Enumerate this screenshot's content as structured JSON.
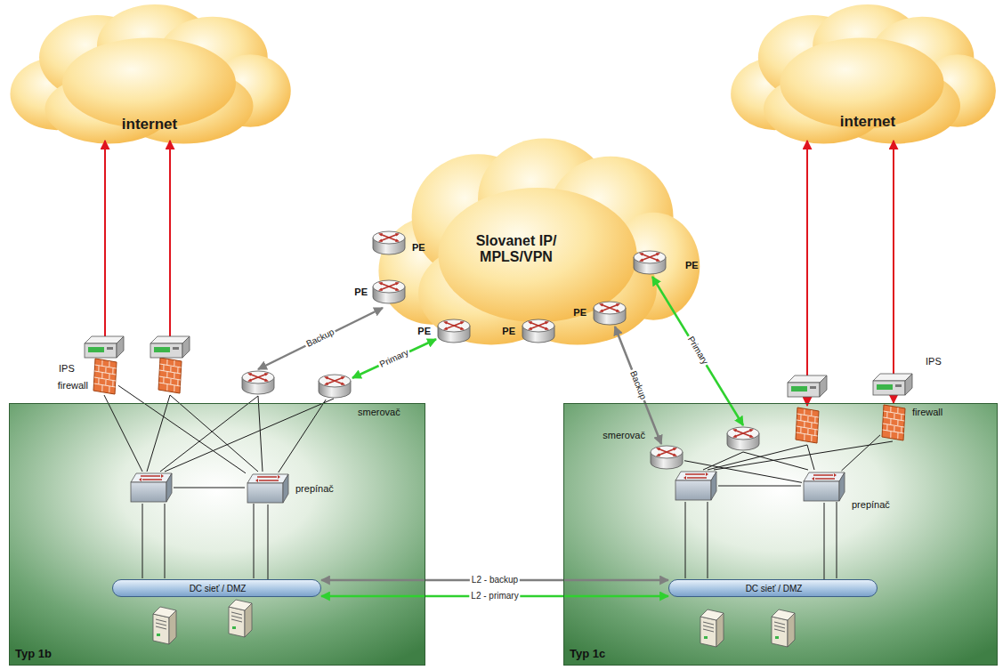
{
  "diagram": {
    "nodes": [
      {
        "text": [
          "internet"
        ]
      },
      {
        "text": [
          "Slovanet IP/ MPLS/VPN"
        ]
      },
      {
        "text": [
          "PE"
        ],
        "in": 1
      },
      {
        "text": [
          "PE"
        ],
        "in": 1
      },
      {
        "text": [
          "PE"
        ],
        "in": 1
      },
      {
        "text": [
          "PE"
        ],
        "in": 1
      },
      {
        "text": [
          "PE"
        ],
        "in": 1
      },
      {
        "text": [
          "PE"
        ],
        "in": 1
      },
      {
        "text": [
          "internet"
        ]
      },
      {
        "text": [
          "Typ 1b"
        ]
      },
      {
        "text": [
          "firewall"
        ],
        "in": 9
      },
      {
        "text": [
          "smerovač"
        ],
        "in": 9
      },
      {
        "text": [
          "prepínač"
        ],
        "in": 9
      },
      {
        "text": [
          "DC sieť / DMZ"
        ],
        "in": 9
      },
      {
        "text": [
          "Typ 1c"
        ]
      },
      {
        "text": [
          "smerovač"
        ],
        "in": 14
      },
      {
        "text": [
          "firewall"
        ],
        "in": 14
      },
      {
        "text": [
          "prepínač"
        ],
        "in": 14
      },
      {
        "text": [
          "DC sieť / DMZ"
        ],
        "in": 14
      }
    ],
    "edges": [
      {
        "from": 0,
        "to": 10,
        "arrow": "both"
      },
      {
        "from": 8,
        "to": 16,
        "arrow": "both"
      },
      {
        "from": 11,
        "to": 4,
        "arrow": "both",
        "label": "Primary"
      },
      {
        "from": 15,
        "to": 6,
        "arrow": "both",
        "label": "Backup"
      },
      {
        "from": 13,
        "to": 18,
        "arrow": "both",
        "label": "L2 - backup"
      },
      {
        "from": 13,
        "to": 18,
        "arrow": "both",
        "label": "L2 - primary"
      },
      {
        "from": 10,
        "to": 12,
        "arrow": "none"
      },
      {
        "from": 11,
        "to": 12,
        "arrow": "none"
      },
      {
        "from": 12,
        "to": 13,
        "arrow": "none"
      },
      {
        "from": 16,
        "to": 17,
        "arrow": "none"
      },
      {
        "from": 15,
        "to": 17,
        "arrow": "none"
      },
      {
        "from": 17,
        "to": 18,
        "arrow": "none"
      }
    ],
    "labels": [
      "IPS",
      "IPS",
      "Backup",
      "Primary"
    ]
  }
}
